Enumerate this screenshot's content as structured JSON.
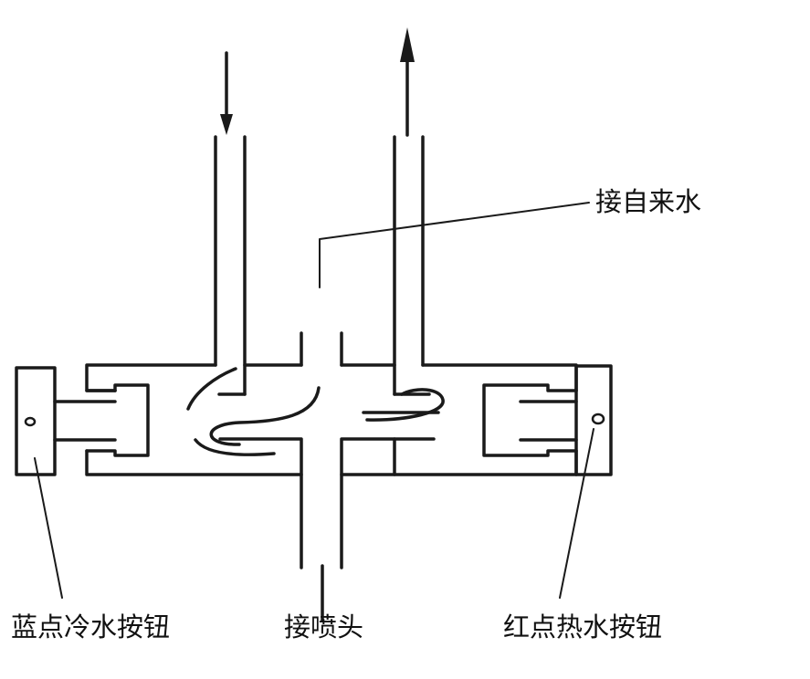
{
  "labels": {
    "tap_water": "接自来水",
    "cold_button": "蓝点冷水按钮",
    "nozzle": "接喷头",
    "hot_button": "红点热水按钮"
  },
  "colors": {
    "line": "#1a1a1a",
    "background": "#ffffff"
  }
}
